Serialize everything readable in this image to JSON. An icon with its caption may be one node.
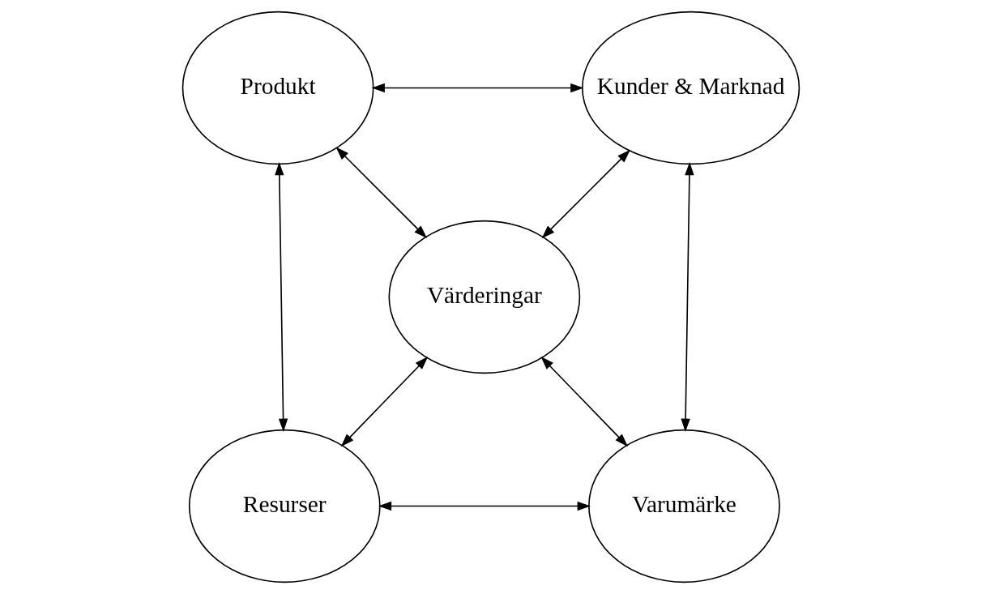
{
  "diagram": {
    "nodes": [
      {
        "text": [
          "Produkt"
        ]
      },
      {
        "text": [
          "Kunder & Marknad"
        ]
      },
      {
        "text": [
          "Värderingar"
        ]
      },
      {
        "text": [
          "Resurser"
        ]
      },
      {
        "text": [
          "Varumärke"
        ]
      }
    ],
    "edges": [
      {
        "from": 0,
        "to": 1,
        "arrow": "both"
      },
      {
        "from": 0,
        "to": 2,
        "arrow": "both"
      },
      {
        "from": 0,
        "to": 3,
        "arrow": "both"
      },
      {
        "from": 1,
        "to": 2,
        "arrow": "both"
      },
      {
        "from": 1,
        "to": 4,
        "arrow": "both"
      },
      {
        "from": 2,
        "to": 3,
        "arrow": "both"
      },
      {
        "from": 2,
        "to": 4,
        "arrow": "both"
      },
      {
        "from": 3,
        "to": 4,
        "arrow": "both"
      }
    ]
  }
}
